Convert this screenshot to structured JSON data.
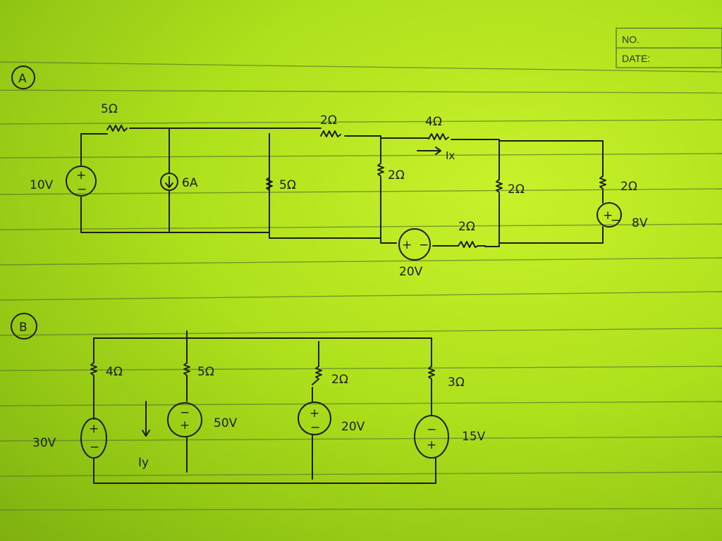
{
  "header": {
    "no_label": "NO.",
    "date_label": "DATE:"
  },
  "circuit_a": {
    "label": "A",
    "components": {
      "source_10v": "10V",
      "source_6a": "6A",
      "r_top_left": "5Ω",
      "r_shunt_5": "5Ω",
      "r_top_mid": "2Ω",
      "r_top_right": "4Ω",
      "current_ix": "Ix",
      "r_vertical_mid": "2Ω",
      "r_vertical_right": "2Ω",
      "r_bottom": "2Ω",
      "source_20v": "20V",
      "r_far_right": "2Ω",
      "source_8v": "8V"
    }
  },
  "circuit_b": {
    "label": "B",
    "components": {
      "r1": "4Ω",
      "r2": "5Ω",
      "r3": "2Ω",
      "r4": "3Ω",
      "source_30v": "30V",
      "source_50v": "50V",
      "source_20v": "20V",
      "source_15v": "15V",
      "current_iy": "Iy"
    }
  },
  "symbols": {
    "plus": "+",
    "minus": "−"
  }
}
